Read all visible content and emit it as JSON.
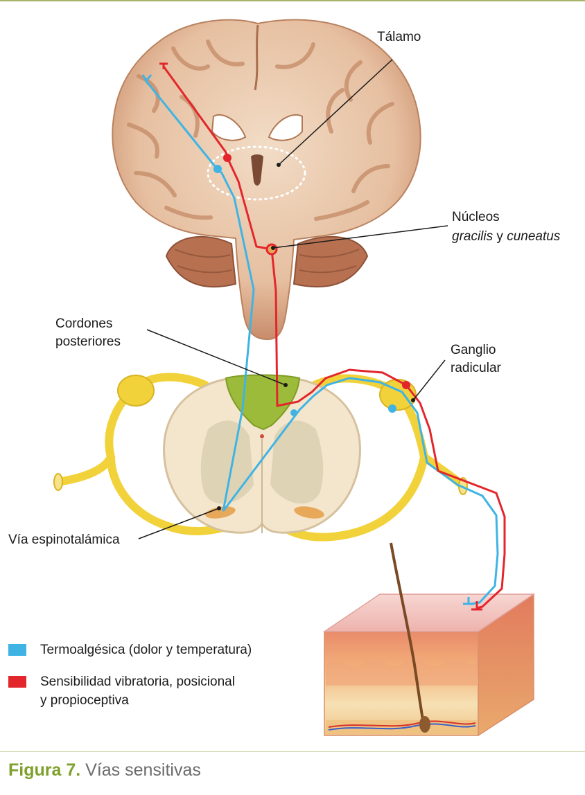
{
  "figure": {
    "number_label": "Figura 7.",
    "title": "Vías sensitivas"
  },
  "labels": {
    "talamo": "Tálamo",
    "nucleos_line1": "Núcleos",
    "nucleos_gracilis": "gracilis",
    "nucleos_y": " y ",
    "nucleos_cuneatus": "cuneatus",
    "cordones_line1": "Cordones",
    "cordones_line2": "posteriores",
    "ganglio_line1": "Ganglio",
    "ganglio_line2": "radicular",
    "via_espinotalamica": "Vía espinotalámica"
  },
  "legend": [
    {
      "key": "termo",
      "color": "#3fb4e4",
      "line1": "Termoalgésica (dolor y temperatura)",
      "line2": ""
    },
    {
      "key": "vibratoria",
      "color": "#e3262c",
      "line1": "Sensibilidad vibratoria, posicional",
      "line2": "y propioceptiva"
    }
  ],
  "colors": {
    "blue_pathway": "#3fb4e4",
    "red_pathway": "#e3262c",
    "figure_accent": "#7ea02a",
    "nerve_yellow": "#f2d23a",
    "dorsal_column_green": "#9dbb3a"
  }
}
